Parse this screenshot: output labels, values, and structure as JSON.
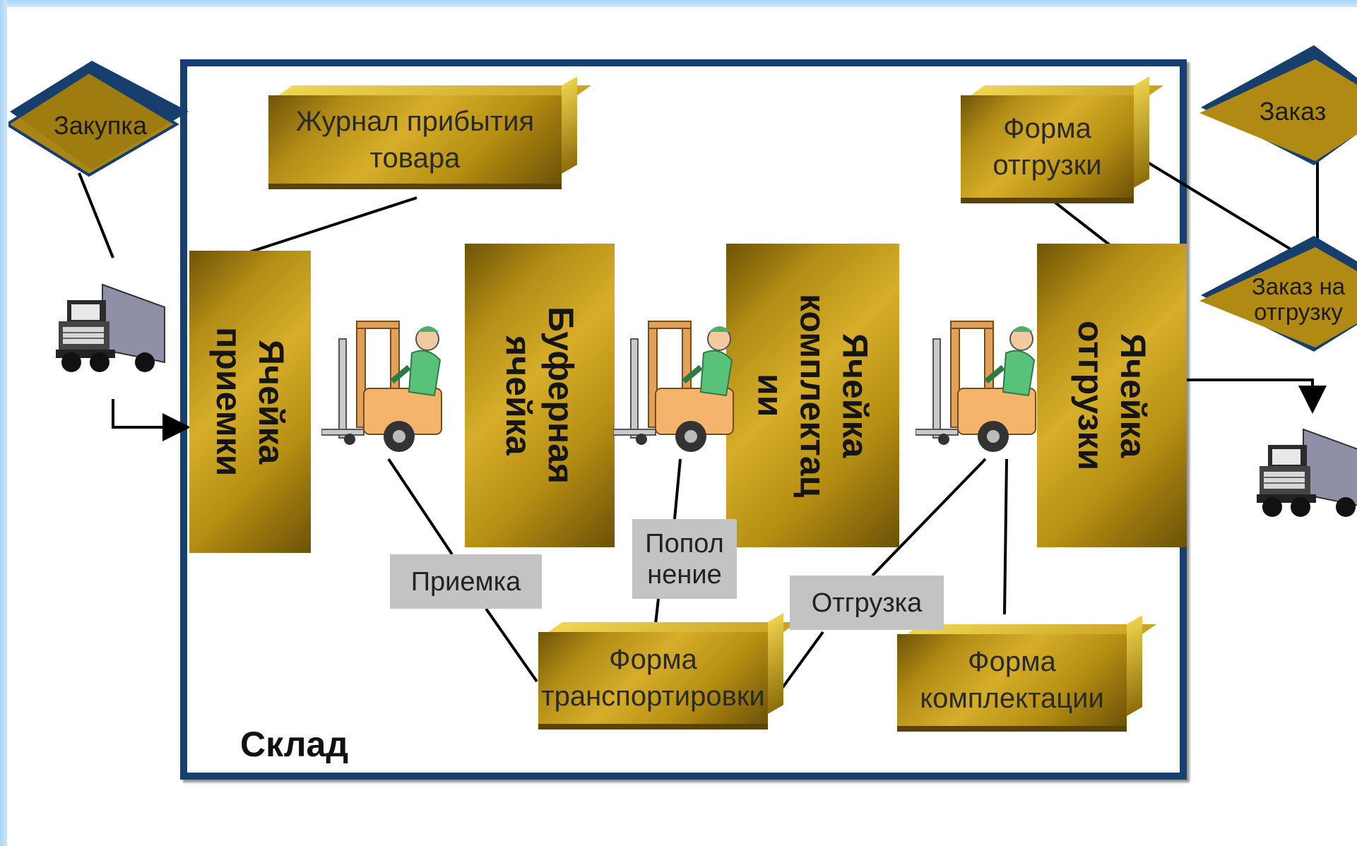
{
  "warehouse": {
    "title": "Склад"
  },
  "documents": {
    "arrival_journal": "Журнал прибытия товара",
    "shipping_form": "Форма отгрузки",
    "transport_form": "Форма транспортировки",
    "picking_form": "Форма комплектации"
  },
  "external": {
    "purchase": "Закупка",
    "order": "Заказ",
    "shipping_order": "Заказ на отгрузку"
  },
  "cells": {
    "receiving": "Ячейка\nприемки",
    "buffer": "Буферная\nячейка",
    "picking": "Ячейка\nкомплектац\nии",
    "shipping": "Ячейка\nотгрузки"
  },
  "operations": {
    "receiving": "Приемка",
    "replenishment": "Попол нение",
    "shipping": "Отгрузка"
  },
  "icons": [
    "truck-icon",
    "forklift-icon"
  ],
  "colors": {
    "frame_border": "#16406f",
    "box_gold": "#c49c1c",
    "tag_gray": "#c3c3c3",
    "diamond_dark": "#173f6d",
    "page_frame": "#a9d3f5"
  }
}
